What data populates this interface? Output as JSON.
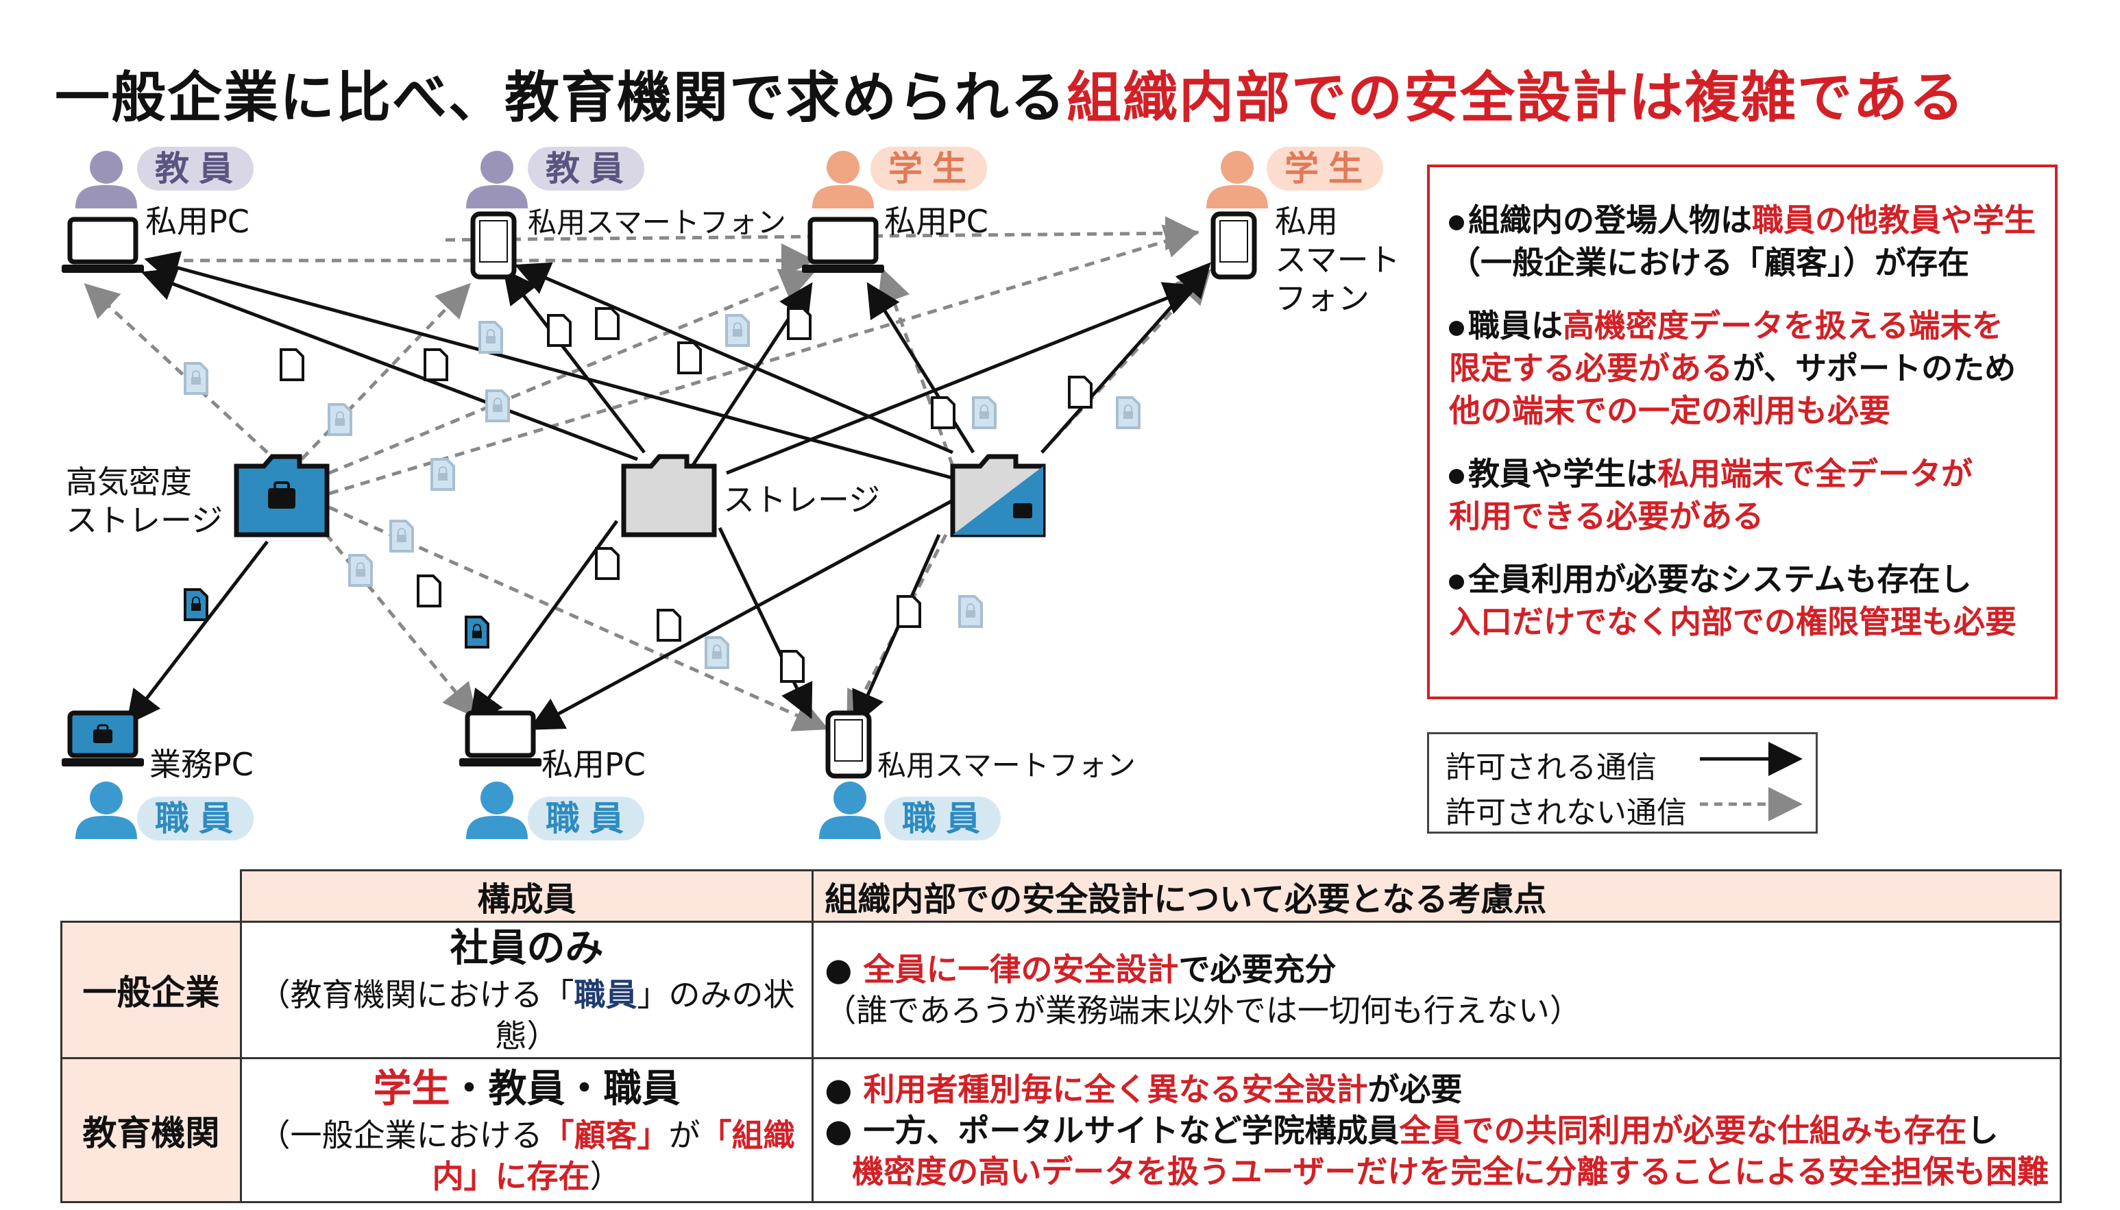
{
  "title": {
    "part1": "一般企業に比べ、教育機関で求められる",
    "part2": "組織内部での安全設計は複雑である"
  },
  "nodes": {
    "top1": {
      "role": "教員",
      "device": "私用PC"
    },
    "top2": {
      "role": "教員",
      "device": "私用スマートフォン"
    },
    "top3": {
      "role": "学生",
      "device": "私用PC"
    },
    "top4": {
      "role": "学生",
      "device_l1": "私用",
      "device_l2": "スマート",
      "device_l3": "フォン"
    },
    "bot1": {
      "role": "職員",
      "device": "業務PC"
    },
    "bot2": {
      "role": "職員",
      "device": "私用PC"
    },
    "bot3": {
      "role": "職員",
      "device": "私用スマートフォン"
    },
    "storage_secure_l1": "高気密度",
    "storage_secure_l2": "ストレージ",
    "storage": "ストレージ"
  },
  "notes": {
    "n1": {
      "a": "組織内の登場人物は",
      "b": "職員の他教員や学生",
      "c": "（一般企業における「顧客」）が存在"
    },
    "n2": {
      "a": "職員は",
      "b": "高機密度データを扱える端末を",
      "c": "限定する必要がある",
      "d": "が、サポートのため",
      "e": "他の端末での一定の利用も必要"
    },
    "n3": {
      "a": "教員や学生は",
      "b": "私用端末で全データが",
      "c": "利用できる必要がある"
    },
    "n4": {
      "a": "全員利用が必要なシステムも存在し",
      "b": "入口だけでなく内部での権限管理も必要"
    }
  },
  "legend": {
    "allowed": "許可される通信",
    "denied": "許可されない通信"
  },
  "table": {
    "headers": [
      "構成員",
      "組織内部での安全設計について必要となる考慮点"
    ],
    "row1": {
      "label": "一般企業",
      "member_main": "社員のみ",
      "member_sub_a": "（教育機関における「",
      "member_sub_b": "職員",
      "member_sub_c": "」のみの状態）",
      "p1_red": "全員に一律の安全設計",
      "p1_rest": "で必要充分",
      "p2": "（誰であろうが業務端末以外では一切何も行えない）"
    },
    "row2": {
      "label": "教育機関",
      "member_a": "学生",
      "member_b": "・教員・職員",
      "member_sub_a": "（一般企業における",
      "member_sub_b": "「顧客」",
      "member_sub_c": "が",
      "member_sub_d": "「組織内」に存在",
      "member_sub_e": "）",
      "p1_red": "利用者種別毎に全く異なる安全設計",
      "p1_rest": "が必要",
      "p2_a": "一方、ポータルサイトなど学院構成員",
      "p2_b": "全員での共同利用が必要な仕組みも存在",
      "p2_c": "し",
      "p3": "機密度の高いデータを扱うユーザーだけを完全に分離することによる安全担保も困難"
    }
  },
  "colors": {
    "accent_red": "#d32026",
    "secure_blue": "#2e8bc0",
    "faculty": "#9a95b8",
    "student": "#f0a583",
    "staff": "#3a9ad0"
  }
}
